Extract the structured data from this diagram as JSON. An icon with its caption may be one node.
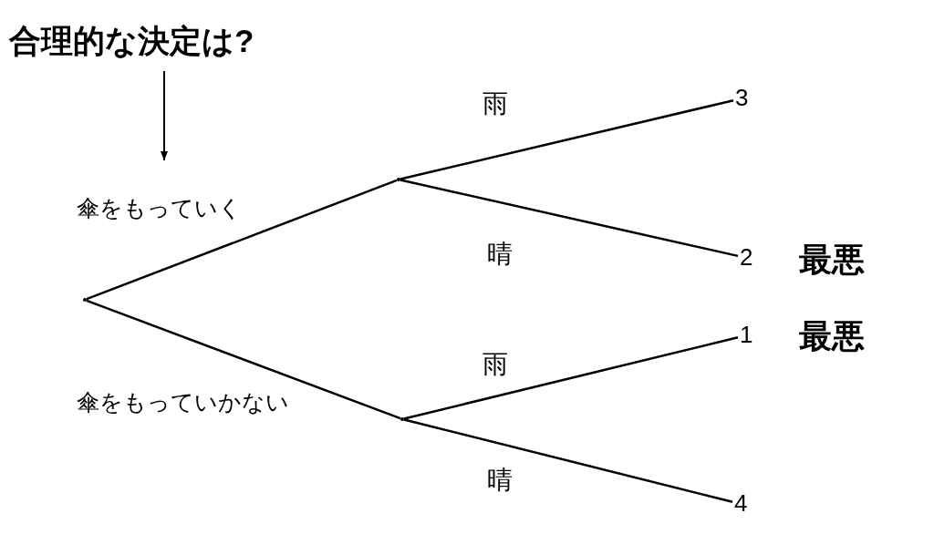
{
  "diagram": {
    "nodes": [
      {
        "text": [
          "合理的な決定は?"
        ]
      },
      {
        "text": [],
        "shape": "point"
      },
      {
        "text": [],
        "shape": "point"
      },
      {
        "text": [],
        "shape": "point"
      },
      {
        "text": [
          "3"
        ]
      },
      {
        "text": [
          "2"
        ],
        "beside": [
          "最悪"
        ]
      },
      {
        "text": [
          "1"
        ],
        "beside": [
          "最悪"
        ]
      },
      {
        "text": [
          "4"
        ]
      }
    ],
    "edges": [
      {
        "from": 0,
        "to": null,
        "arrow": "to"
      },
      {
        "from": 1,
        "to": 2,
        "arrow": "none",
        "label": "傘をもっていく"
      },
      {
        "from": 1,
        "to": 3,
        "arrow": "none",
        "label": "傘をもっていかない"
      },
      {
        "from": 2,
        "to": 4,
        "arrow": "none",
        "label": "雨"
      },
      {
        "from": 2,
        "to": 5,
        "arrow": "none",
        "label": "晴"
      },
      {
        "from": 3,
        "to": 6,
        "arrow": "none",
        "label": "雨"
      },
      {
        "from": 3,
        "to": 7,
        "arrow": "none",
        "label": "晴"
      }
    ]
  }
}
